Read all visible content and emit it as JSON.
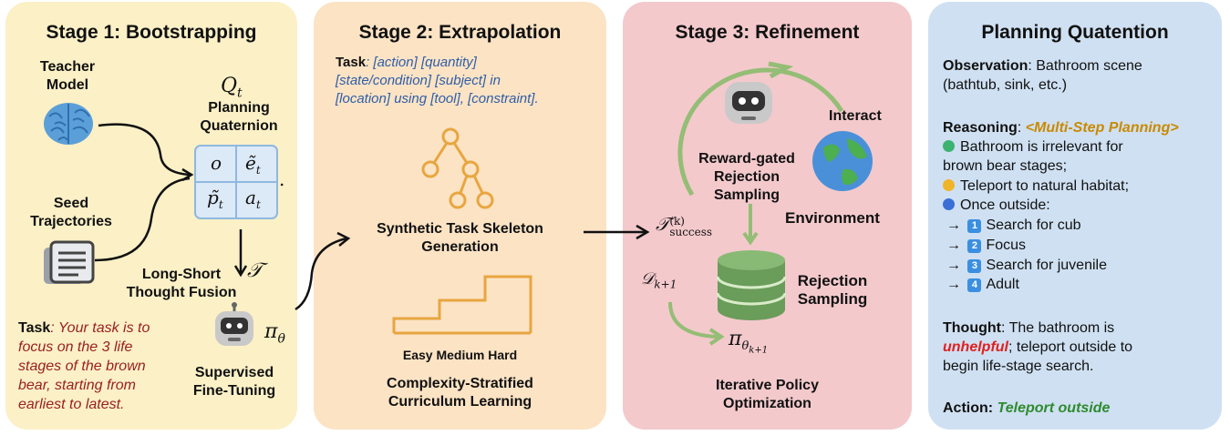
{
  "stage1": {
    "title": "Stage 1: Bootstrapping",
    "teacher_label": "Teacher\nModel",
    "q_symbol": "Q",
    "q_sub": "t",
    "quaternion_label": "Planning\nQuaternion",
    "cells": [
      "o",
      "ẽ",
      "t",
      "p̃",
      "t",
      "a",
      "t"
    ],
    "seed_label": "Seed\nTrajectories",
    "tau_symbol": "𝒯",
    "fusion_label": "Long-Short\nThought Fusion",
    "pi_symbol": "π",
    "pi_sub": "θ",
    "sft_label": "Supervised\nFine-Tuning",
    "task_prefix": "Task",
    "task_lines": [
      ": Your task is to",
      "focus on the 3 life",
      "stages of the brown",
      "bear, starting from",
      "earliest to latest."
    ]
  },
  "stage2": {
    "title": "Stage 2: Extrapolation",
    "task_prefix": "Task",
    "task_lines": [
      ": [action] [quantity]",
      "[state/condition] [subject] in",
      "[location] using [tool], [constraint]."
    ],
    "skeleton_label": "Synthetic Task Skeleton\nGeneration",
    "levels_label": "Easy Medium Hard",
    "curriculum_label": "Complexity-Stratified\nCurriculum Learning"
  },
  "stage3": {
    "title": "Stage 3: Refinement",
    "interact_label": "Interact",
    "reward_label": "Reward-gated\nRejection\nSampling",
    "environment_label": "Environment",
    "tau_success": "𝒯",
    "tau_sup": "(k)",
    "tau_sub": "success",
    "d_symbol": "𝒟",
    "d_sub": "k+1",
    "rejection_label": "Rejection\nSampling",
    "pi_symbol": "π",
    "pi_sub": "θ",
    "pi_subsub": "k+1",
    "iterative_label": "Iterative Policy\nOptimization"
  },
  "stage4": {
    "title": "Planning Quatention",
    "observation_key": "Observation",
    "observation_lines": [
      ": Bathroom scene",
      "(bathtub, sink, etc.)"
    ],
    "reasoning_key": "Reasoning",
    "reasoning_tag": "<Multi-Step Planning>",
    "bullets": [
      {
        "color": "#3cb371",
        "lines": [
          "Bathroom is irrelevant for",
          "brown bear stages;"
        ]
      },
      {
        "color": "#f0b429",
        "lines": [
          "Teleport to natural habitat;"
        ]
      },
      {
        "color": "#3b6fd8",
        "lines": [
          "Once outside:"
        ]
      }
    ],
    "steps": [
      {
        "num": "1",
        "text": "Search for cub"
      },
      {
        "num": "2",
        "text": "Focus"
      },
      {
        "num": "3",
        "text": "Search for juvenile"
      },
      {
        "num": "4",
        "text": "Adult"
      }
    ],
    "thought_key": "Thought",
    "thought_line1": ": The bathroom is",
    "thought_emph": "unhelpful",
    "thought_rest": "; teleport outside to",
    "thought_line3": "begin life-stage search.",
    "action_key": "Action:",
    "action_value": "Teleport outside",
    "colors": {
      "green": "#2e8b2e",
      "orange": "#c98a00",
      "red": "#e02020"
    }
  }
}
